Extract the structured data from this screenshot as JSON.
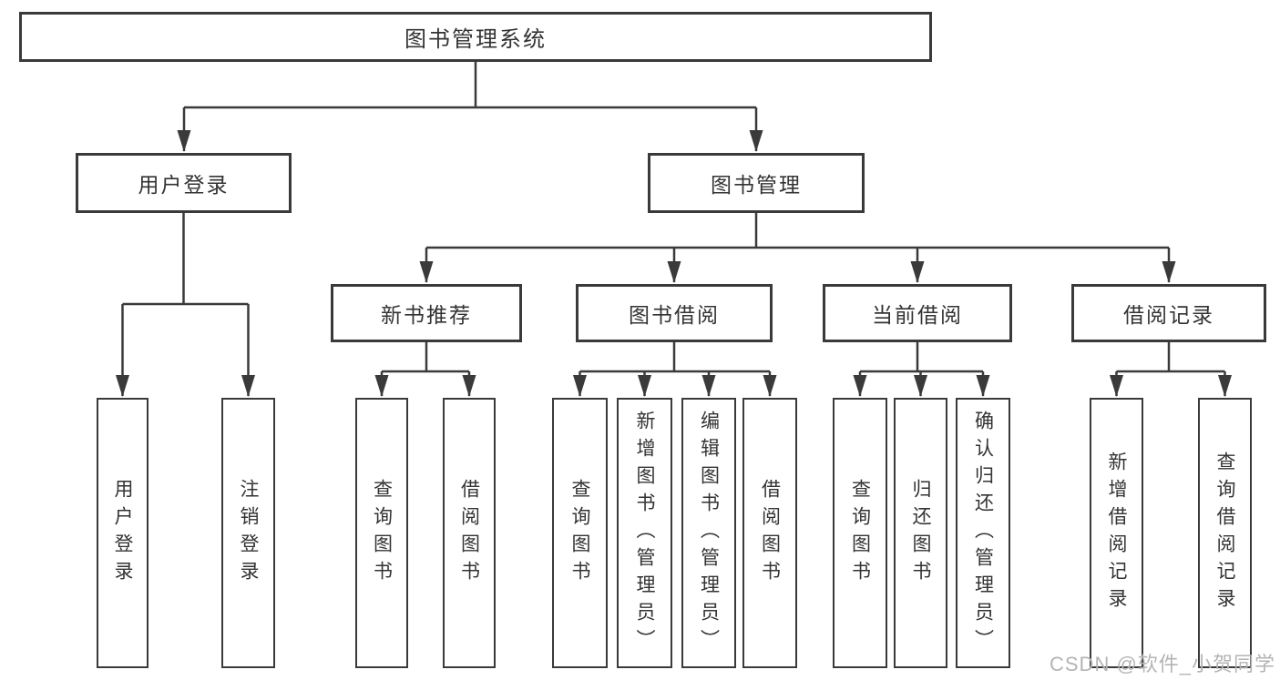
{
  "diagram": {
    "type": "hierarchy-tree",
    "title": "图书管理系统",
    "nodes": {
      "root": "图书管理系统",
      "user_login": "用户登录",
      "book_mgmt": "图书管理",
      "new_book_rec": "新书推荐",
      "book_borrow": "图书借阅",
      "current_borrow": "当前借阅",
      "borrow_records": "借阅记录",
      "leaf_user_login": "用户登录",
      "leaf_logout": "注销登录",
      "leaf_query_book_rec": "查询图书",
      "leaf_borrow_book_rec": "借阅图书",
      "leaf_query_book_borrow": "查询图书",
      "leaf_add_book": "新增图书（管理员）",
      "leaf_edit_book": "编辑图书（管理员）",
      "leaf_borrow_book_borrow": "借阅图书",
      "leaf_query_book_current": "查询图书",
      "leaf_return_book": "归还图书",
      "leaf_confirm_return": "确认归还（管理员）",
      "leaf_add_borrow_record": "新增借阅记录",
      "leaf_query_borrow_record": "查询借阅记录"
    },
    "hierarchy": {
      "图书管理系统": {
        "用户登录": [
          "用户登录",
          "注销登录"
        ],
        "图书管理": {
          "新书推荐": [
            "查询图书",
            "借阅图书"
          ],
          "图书借阅": [
            "查询图书",
            "新增图书（管理员）",
            "编辑图书（管理员）",
            "借阅图书"
          ],
          "当前借阅": [
            "查询图书",
            "归还图书",
            "确认归还（管理员）"
          ],
          "借阅记录": [
            "新增借阅记录",
            "查询借阅记录"
          ]
        }
      }
    },
    "colors": {
      "line": "#3a3a3a",
      "text": "#333333",
      "background": "#ffffff"
    }
  },
  "watermark": {
    "text": "CSDN @软件_小贺同学",
    "color": "#b4b4b4"
  }
}
